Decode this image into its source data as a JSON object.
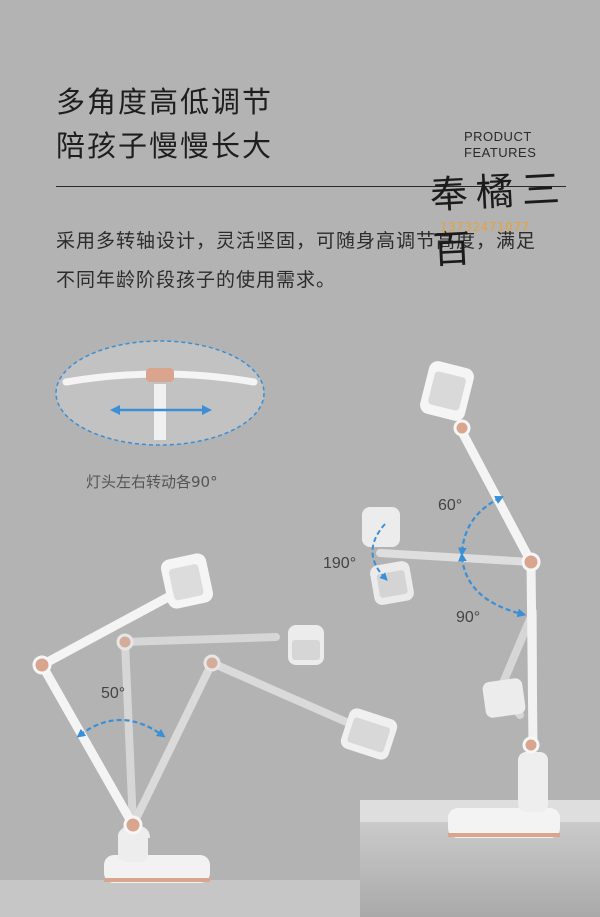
{
  "header": {
    "title_line1": "多角度高低调节",
    "title_line2": "陪孩子慢慢长大",
    "tag_line1": "PRODUCT",
    "tag_line2": "FEATURES"
  },
  "description": "采用多转轴设计，灵活坚固，可随身高调节高度，满足不同年龄阶段孩子的使用需求。",
  "watermark": {
    "text": "奉橘三百",
    "phone": "13732471077"
  },
  "detail": {
    "caption": "灯头左右转动各90°"
  },
  "angles": {
    "left_arm": "50°",
    "head_rotate": "190°",
    "upper_arm": "60°",
    "lower_arm": "90°"
  },
  "colors": {
    "background": "#b3b3b3",
    "lamp_body": "#f2f2f2",
    "accent_rose_gold": "#d9a58f",
    "arrow_blue": "#3b8fd6"
  }
}
